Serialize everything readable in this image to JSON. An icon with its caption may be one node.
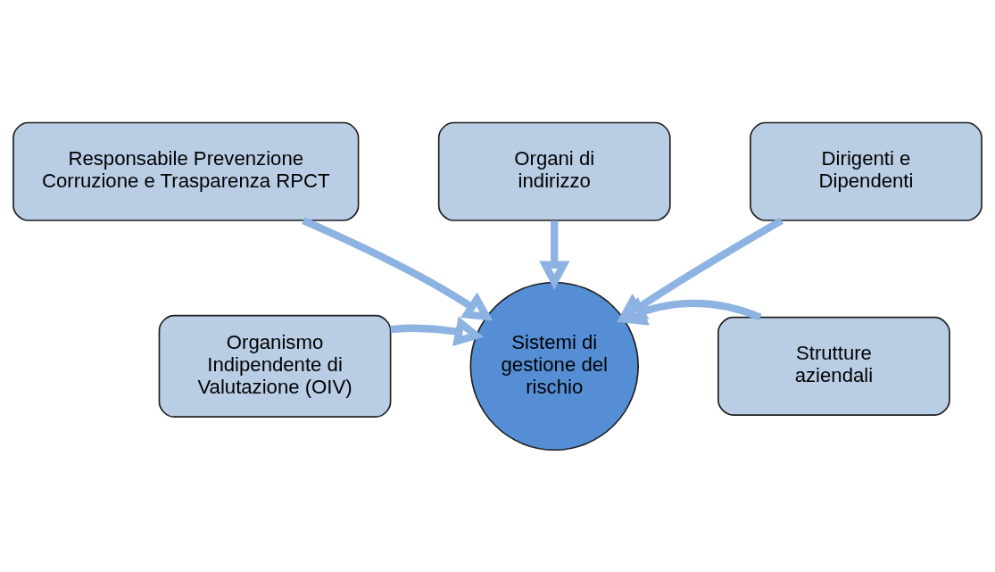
{
  "diagram": {
    "nodes": [
      {
        "text": [
          "Responsabile Prevenzione Corruzione e Trasparenza RPCT"
        ]
      },
      {
        "text": [
          "Organi di indirizzo"
        ]
      },
      {
        "text": [
          "Dirigenti e Dipendenti"
        ]
      },
      {
        "text": [
          "Organismo Indipendente di Valutazione (OIV)"
        ]
      },
      {
        "text": [
          "Sistemi di gestione del rischio"
        ]
      },
      {
        "text": [
          "Strutture aziendali"
        ]
      }
    ],
    "edges": [
      {
        "from": 0,
        "to": 4,
        "arrow": "to"
      },
      {
        "from": 1,
        "to": 4,
        "arrow": "to"
      },
      {
        "from": 2,
        "to": 4,
        "arrow": "to"
      },
      {
        "from": 3,
        "to": 4,
        "arrow": "to"
      },
      {
        "from": 5,
        "to": 4,
        "arrow": "to"
      }
    ]
  }
}
